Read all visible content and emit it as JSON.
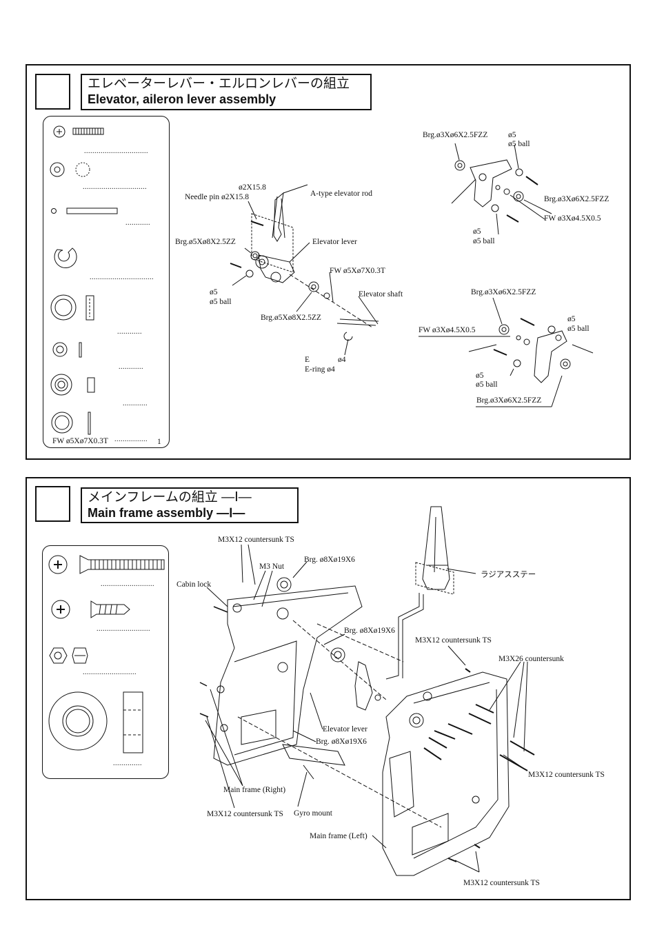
{
  "section1": {
    "title_jp": "エレベーターレバー・エルロンレバーの組立",
    "title_en": "Elevator, aileron lever assembly",
    "parts_dots": "...............................",
    "parts_dots_short": "............",
    "parts_last_label": "FW ø5Xø7X0.3T",
    "parts_last_dots": "................",
    "parts_last_qty": "1",
    "labels": {
      "rod_size": "ø2X15.8",
      "needle_pin": "Needle pin ø2X15.8",
      "a_type_rod": "A-type elevator rod",
      "brg_5x8_top": "Brg.ø5Xø8X2.5ZZ",
      "elevator_lever": "Elevator lever",
      "fw_5x7": "FW ø5Xø7X0.3T",
      "ball5": "ø5",
      "ball5_name": "ø5 ball",
      "elevator_shaft": "Elevator shaft",
      "brg_5x8_bottom": "Brg.ø5Xø8X2.5ZZ",
      "e": "E",
      "e4": "ø4",
      "ering": "E-ring ø4",
      "brg3_top": "Brg.ø3Xø6X2.5FZZ",
      "ball_top_a": "ø5",
      "ball_top_b": "ø5 ball",
      "brg3_right": "Brg.ø3Xø6X2.5FZZ",
      "fw3_right": "FW ø3Xø4.5X0.5",
      "ball_mid_a": "ø5",
      "ball_mid_b": "ø5 ball",
      "brg3_mid": "Brg.ø3Xø6X2.5FZZ",
      "fw3_left": "FW ø3Xø4.5X0.5",
      "ball_r_a": "ø5",
      "ball_r_b": "ø5 ball",
      "ball_b_a": "ø5",
      "ball_b_b": "ø5 ball",
      "brg3_bottom": "Brg.ø3Xø6X2.5FZZ"
    }
  },
  "section2": {
    "title_jp": "メインフレームの組立 ―Ⅰ―",
    "title_en": "Main frame assembly ―Ⅰ―",
    "parts_dots": "..........................",
    "parts_dots_short": "..............",
    "labels": {
      "m3x12_top": "M3X12 countersunk TS",
      "m3_nut": "M3 Nut",
      "brg_8x19_top": "Brg. ø8Xø19X6",
      "cabin_lock": "Cabin lock",
      "radius_stay": "ラジアスステー",
      "brg_8x19_mid": "Brg. ø8Xø19X6",
      "m3x12_mid": "M3X12 countersunk TS",
      "m3x26": "M3X26 countersunk",
      "elevator_lever": "Elevator lever",
      "brg_8x19_low": "Brg. ø8Xø19X6",
      "m3x12_right": "M3X12 countersunk TS",
      "main_frame_right": "Main frame (Right)",
      "m3x12_left": "M3X12 countersunk TS",
      "gyro_mount": "Gyro mount",
      "main_frame_left": "Main frame (Left)",
      "m3x12_bottom": "M3X12 countersunk TS"
    }
  }
}
